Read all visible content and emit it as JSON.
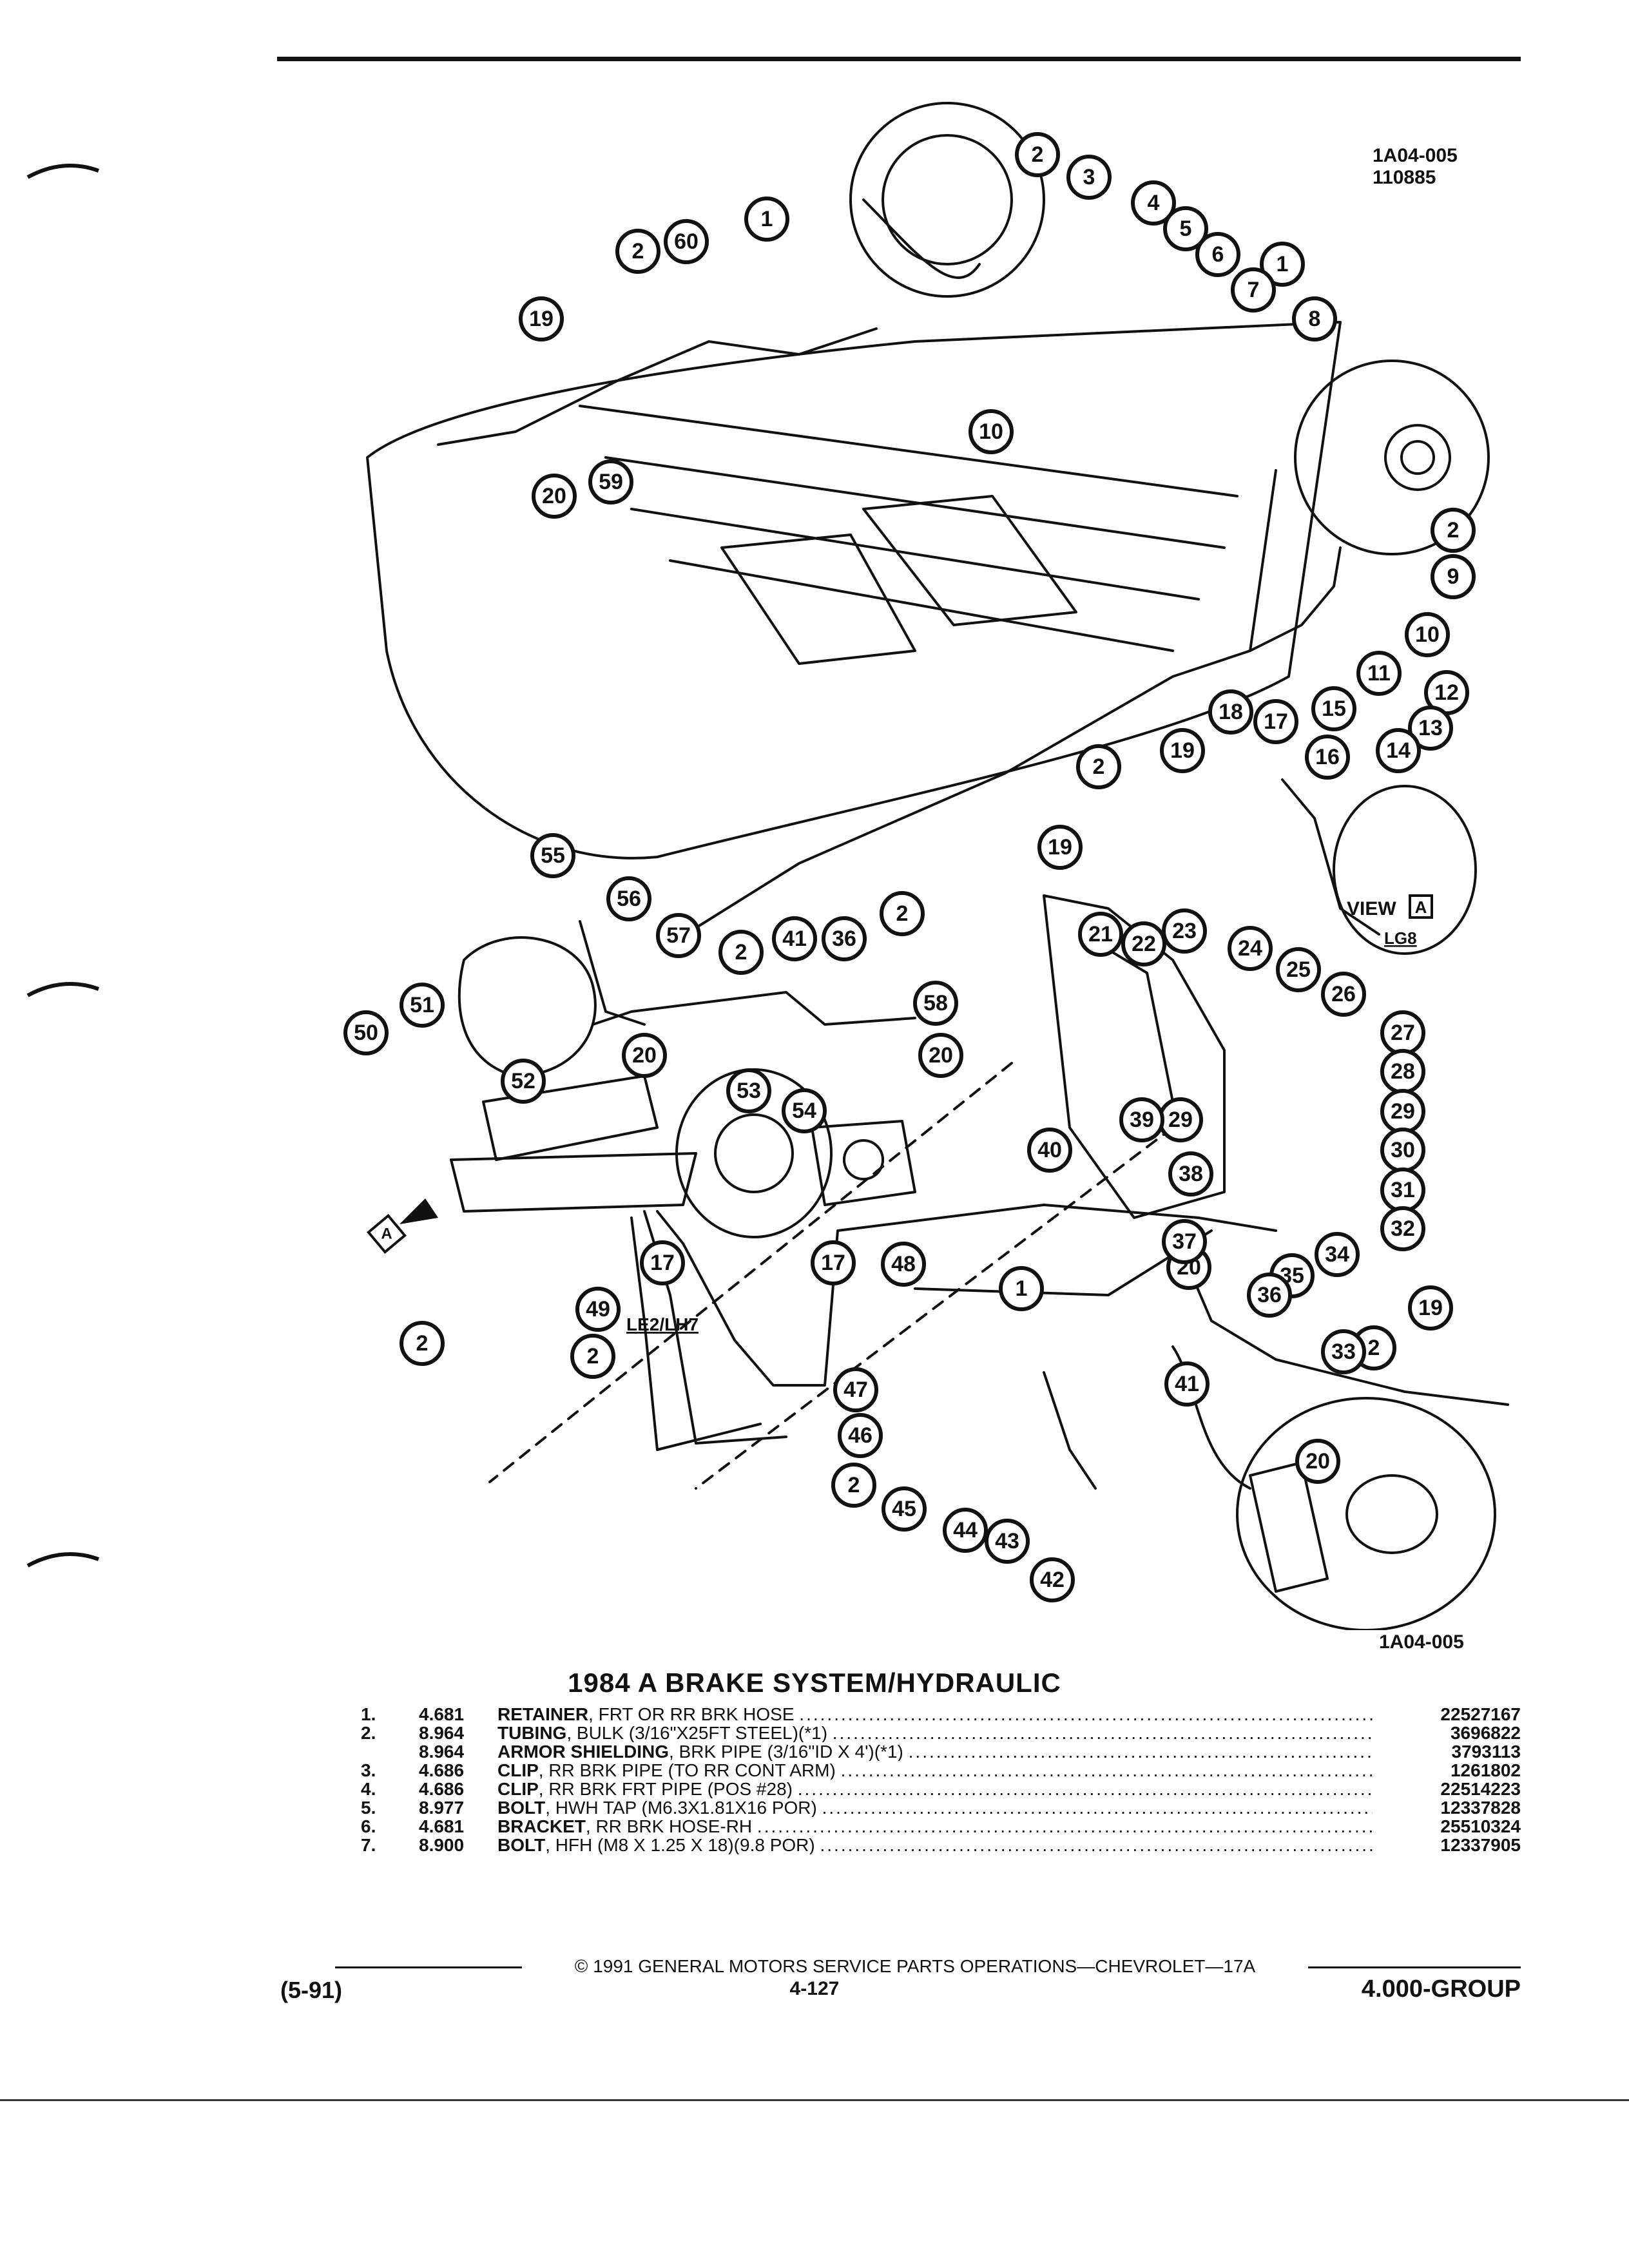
{
  "diagram": {
    "ref_code": "1A04-005",
    "ref_date": "110885",
    "view_label": "VIEW",
    "view_letter": "A",
    "engine_lg8": "LG8",
    "engine_le2": "LE2/LH7",
    "arrow_letter": "A",
    "callouts": [
      "1",
      "2",
      "3",
      "4",
      "5",
      "6",
      "7",
      "8",
      "9",
      "10",
      "11",
      "12",
      "13",
      "14",
      "15",
      "16",
      "17",
      "18",
      "19",
      "20",
      "21",
      "22",
      "23",
      "24",
      "25",
      "26",
      "27",
      "28",
      "29",
      "30",
      "31",
      "32",
      "33",
      "34",
      "35",
      "36",
      "37",
      "38",
      "39",
      "40",
      "41",
      "42",
      "43",
      "44",
      "45",
      "46",
      "47",
      "48",
      "49",
      "50",
      "51",
      "52",
      "53",
      "54",
      "55",
      "56",
      "57",
      "58",
      "59",
      "60"
    ]
  },
  "title": "1984 A BRAKE SYSTEM/HYDRAULIC",
  "parts": [
    {
      "num": "1.",
      "code": "4.681",
      "name": "RETAINER",
      "desc": ", FRT OR RR BRK HOSE",
      "pn": "22527167"
    },
    {
      "num": "2.",
      "code": "8.964",
      "name": "TUBING",
      "desc": ", BULK (3/16\"X25FT STEEL)(*1)",
      "pn": "3696822"
    },
    {
      "num": "",
      "code": "8.964",
      "name": "ARMOR SHIELDING",
      "desc": ", BRK PIPE (3/16\"ID X 4')(*1)",
      "pn": "3793113"
    },
    {
      "num": "3.",
      "code": "4.686",
      "name": "CLIP",
      "desc": ", RR BRK PIPE (TO RR CONT ARM)",
      "pn": "1261802"
    },
    {
      "num": "4.",
      "code": "4.686",
      "name": "CLIP",
      "desc": ", RR BRK FRT PIPE (POS #28)",
      "pn": "22514223"
    },
    {
      "num": "5.",
      "code": "8.977",
      "name": "BOLT",
      "desc": ", HWH TAP (M6.3X1.81X16 POR)",
      "pn": "12337828"
    },
    {
      "num": "6.",
      "code": "4.681",
      "name": "BRACKET",
      "desc": ", RR BRK HOSE-RH",
      "pn": "25510324"
    },
    {
      "num": "7.",
      "code": "8.900",
      "name": "BOLT",
      "desc": ", HFH (M8 X 1.25 X 18)(9.8 POR)",
      "pn": "12337905"
    }
  ],
  "footer": {
    "copyright": "© 1991 GENERAL MOTORS SERVICE PARTS OPERATIONS—CHEVROLET—17A",
    "date_code": "(5-91)",
    "page": "4-127",
    "group": "4.000-GROUP"
  }
}
